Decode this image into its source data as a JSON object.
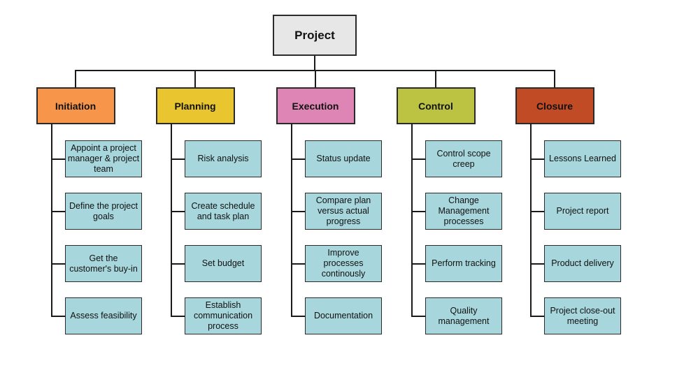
{
  "diagram": {
    "type": "work-breakdown-structure",
    "root": {
      "label": "Project",
      "bg_color": "#e7e7e7"
    },
    "task_box_color": "#a7d7dc",
    "line_color": "#1a1a1a",
    "branches": [
      {
        "label": "Initiation",
        "color": "#f7964a",
        "children": [
          "Appoint a project manager & project team",
          "Define the project goals",
          "Get the customer's buy-in",
          "Assess feasibility"
        ]
      },
      {
        "label": "Planning",
        "color": "#e9c62f",
        "children": [
          "Risk analysis",
          "Create schedule and task plan",
          "Set budget",
          "Establish communication process"
        ]
      },
      {
        "label": "Execution",
        "color": "#de85b5",
        "children": [
          "Status update",
          "Compare plan versus actual progress",
          "Improve processes continously",
          "Documentation"
        ]
      },
      {
        "label": "Control",
        "color": "#bcc342",
        "children": [
          "Control scope creep",
          "Change Management processes",
          "Perform tracking",
          "Quality management"
        ]
      },
      {
        "label": "Closure",
        "color": "#c14b25",
        "children": [
          "Lessons Learned",
          "Project report",
          "Product delivery",
          "Project close-out meeting"
        ]
      }
    ]
  }
}
